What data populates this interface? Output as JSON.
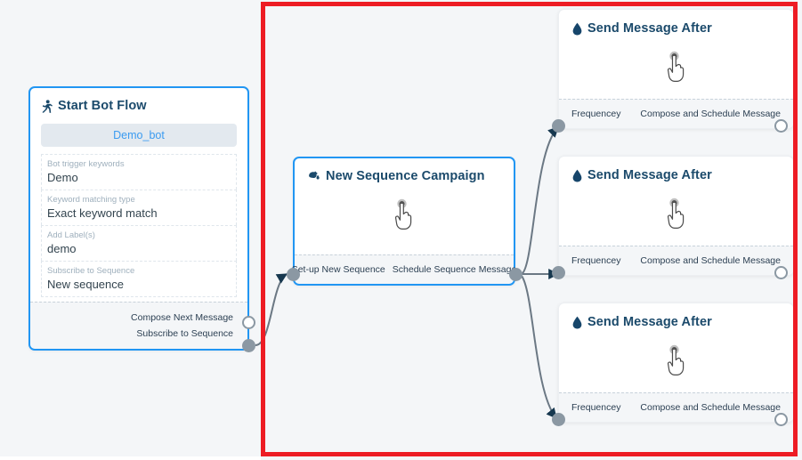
{
  "canvas": {
    "background_color": "#f4f6f8",
    "highlight_color": "#ed1c24",
    "accent_color": "#2196f3",
    "title_color": "#1b4a6b",
    "port_color": "#8b98a3",
    "edge_color": "#6b7884"
  },
  "start_node": {
    "title": "Start Bot Flow",
    "icon": "running-person-icon",
    "bot_pill": "Demo_bot",
    "fields": [
      {
        "label": "Bot trigger keywords",
        "value": "Demo"
      },
      {
        "label": "Keyword matching type",
        "value": "Exact keyword match"
      },
      {
        "label": "Add Label(s)",
        "value": "demo"
      },
      {
        "label": "Subscribe to Sequence",
        "value": "New sequence"
      }
    ],
    "ports": [
      {
        "label": "Compose Next Message",
        "state": "empty"
      },
      {
        "label": "Subscribe to Sequence",
        "state": "filled"
      }
    ]
  },
  "sequence_node": {
    "title": "New Sequence Campaign",
    "icon": "paint-pour-icon",
    "cursor_icon": "pointing-hand-cursor-icon",
    "footer_ports": [
      {
        "label": "Set-up New Sequence",
        "state": "filled",
        "side": "left"
      },
      {
        "label": "Schedule Sequence Message",
        "state": "filled",
        "side": "right"
      }
    ]
  },
  "message_cards": [
    {
      "title": "Send Message After",
      "icon": "water-drop-icon",
      "cursor_icon": "pointing-hand-cursor-icon",
      "left_port_label": "Frequencey",
      "left_port_state": "filled",
      "right_port_label": "Compose and Schedule Message",
      "right_port_state": "empty"
    },
    {
      "title": "Send Message After",
      "icon": "water-drop-icon",
      "cursor_icon": "pointing-hand-cursor-icon",
      "left_port_label": "Frequencey",
      "left_port_state": "filled",
      "right_port_label": "Compose and Schedule Message",
      "right_port_state": "empty"
    },
    {
      "title": "Send Message After",
      "icon": "water-drop-icon",
      "cursor_icon": "pointing-hand-cursor-icon",
      "left_port_label": "Frequencey",
      "left_port_state": "filled",
      "right_port_label": "Compose and Schedule Message",
      "right_port_state": "empty"
    }
  ]
}
